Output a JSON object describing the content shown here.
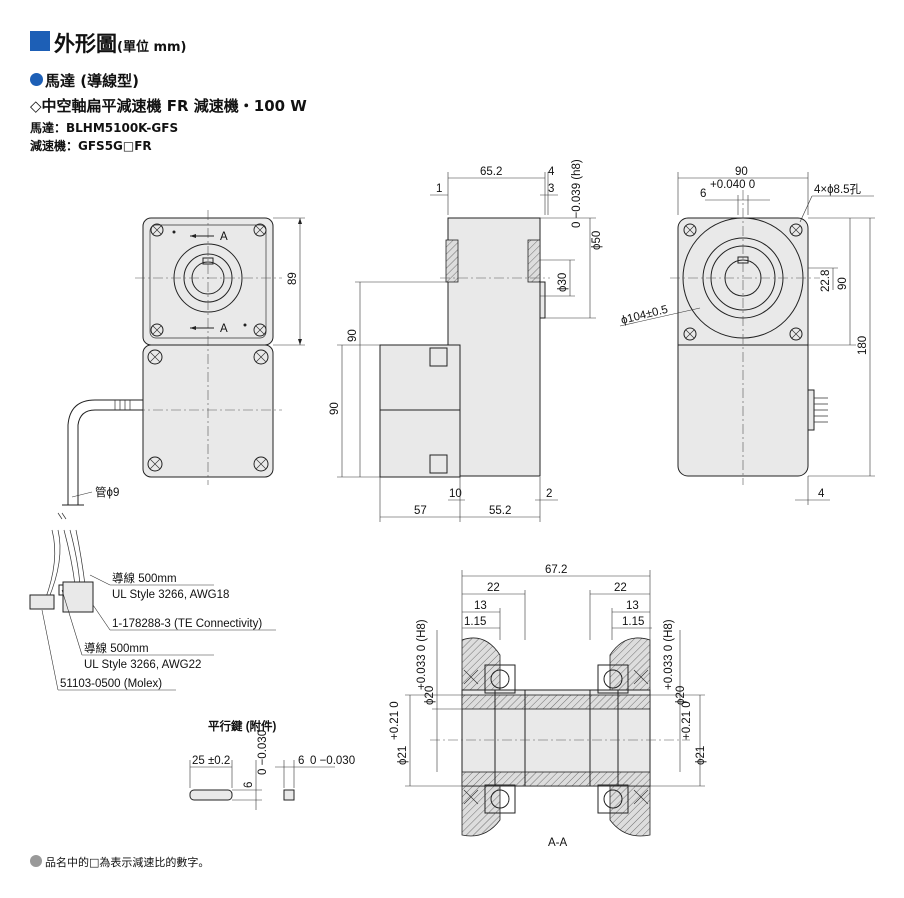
{
  "header": {
    "title": "外形圖",
    "unit": "(單位 mm)",
    "subtitle": "馬達 (導線型)",
    "product": "◇中空軸扁平減速機 FR 減速機・100 W",
    "motor_line": "馬達：BLHM5100K-GFS",
    "gearhead_line": "減速機：GFS5G□FR"
  },
  "colors": {
    "accent": "#1d5fb6",
    "body_fill": "#e9e9e9"
  },
  "front_view": {
    "dim_89": "89",
    "section_a_top": "A",
    "section_a_bottom": "A",
    "tube_label": "管ϕ9",
    "lead1_label": "導線 500mm",
    "lead1_spec": "UL Style 3266, AWG18",
    "connector1": "1-178288-3 (TE Connectivity)",
    "lead2_label": "導線 500mm",
    "lead2_spec": "UL Style 3266, AWG22",
    "connector2": "51103-0500 (Molex)"
  },
  "side_view": {
    "d_65_2": "65.2",
    "d_4": "4",
    "d_1": "1",
    "d_3": "3",
    "d_phi50": "ϕ50",
    "d_phi50_tol": "0 −0.039 (h8)",
    "d_phi30": "ϕ30",
    "d_90a": "90",
    "d_90b": "90",
    "d_10": "10",
    "d_2": "2",
    "d_57": "57",
    "d_55_2": "55.2"
  },
  "rear_view": {
    "d_90": "90",
    "d_6": "6",
    "d_6_tol": "+0.040 0",
    "d_holes": "4×ϕ8.5孔",
    "d_phi104": "ϕ104±0.5",
    "d_22_8": "22.8",
    "d_90v": "90",
    "d_180": "180",
    "d_4": "4"
  },
  "key": {
    "label": "平行鍵 (附件)",
    "d_25": "25",
    "d_25_tol": "±0.2",
    "d_6a": "6",
    "d_6a_tol": "0 −0.030",
    "d_6b": "6",
    "d_6b_tol": "0 −0.030"
  },
  "section_aa": {
    "d_67_2": "67.2",
    "d_22l": "22",
    "d_22r": "22",
    "d_13l": "13",
    "d_13r": "13",
    "d_1_15l": "1.15",
    "d_1_15r": "1.15",
    "d_phi20": "ϕ20",
    "d_phi20_tol": "+0.033 0 (H8)",
    "d_phi21": "ϕ21",
    "d_phi21_tol": "+0.21 0",
    "label": "A-A"
  },
  "footnote": "品名中的□為表示減速比的數字。"
}
